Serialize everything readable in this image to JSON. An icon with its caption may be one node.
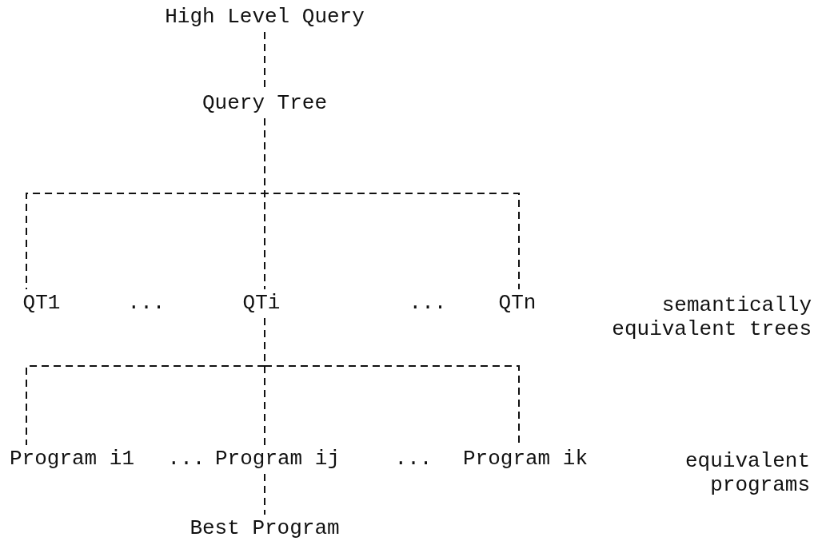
{
  "diagram": {
    "nodes": [
      {
        "text": [
          "High Level Query"
        ]
      },
      {
        "text": [
          "Query Tree"
        ]
      },
      {
        "text": [
          "QT1"
        ]
      },
      {
        "text": [
          "QTi"
        ]
      },
      {
        "text": [
          "QTn"
        ]
      },
      {
        "text": [
          "Program i1"
        ]
      },
      {
        "text": [
          "Program ij"
        ]
      },
      {
        "text": [
          "Program ik"
        ]
      },
      {
        "text": [
          "Best Program"
        ]
      }
    ],
    "edges": [
      {
        "from": 0,
        "to": 1,
        "arrow": "none",
        "style": "dashed"
      },
      {
        "from": 1,
        "to": 2,
        "arrow": "none",
        "style": "dashed"
      },
      {
        "from": 1,
        "to": 3,
        "arrow": "none",
        "style": "dashed"
      },
      {
        "from": 1,
        "to": 4,
        "arrow": "none",
        "style": "dashed"
      },
      {
        "from": 3,
        "to": 5,
        "arrow": "none",
        "style": "dashed"
      },
      {
        "from": 3,
        "to": 6,
        "arrow": "none",
        "style": "dashed"
      },
      {
        "from": 3,
        "to": 7,
        "arrow": "none",
        "style": "dashed"
      },
      {
        "from": 6,
        "to": 8,
        "arrow": "none",
        "style": "dashed"
      }
    ],
    "labels": [
      "...",
      "...",
      "semantically equivalent trees",
      "...",
      "...",
      "equivalent programs"
    ]
  }
}
